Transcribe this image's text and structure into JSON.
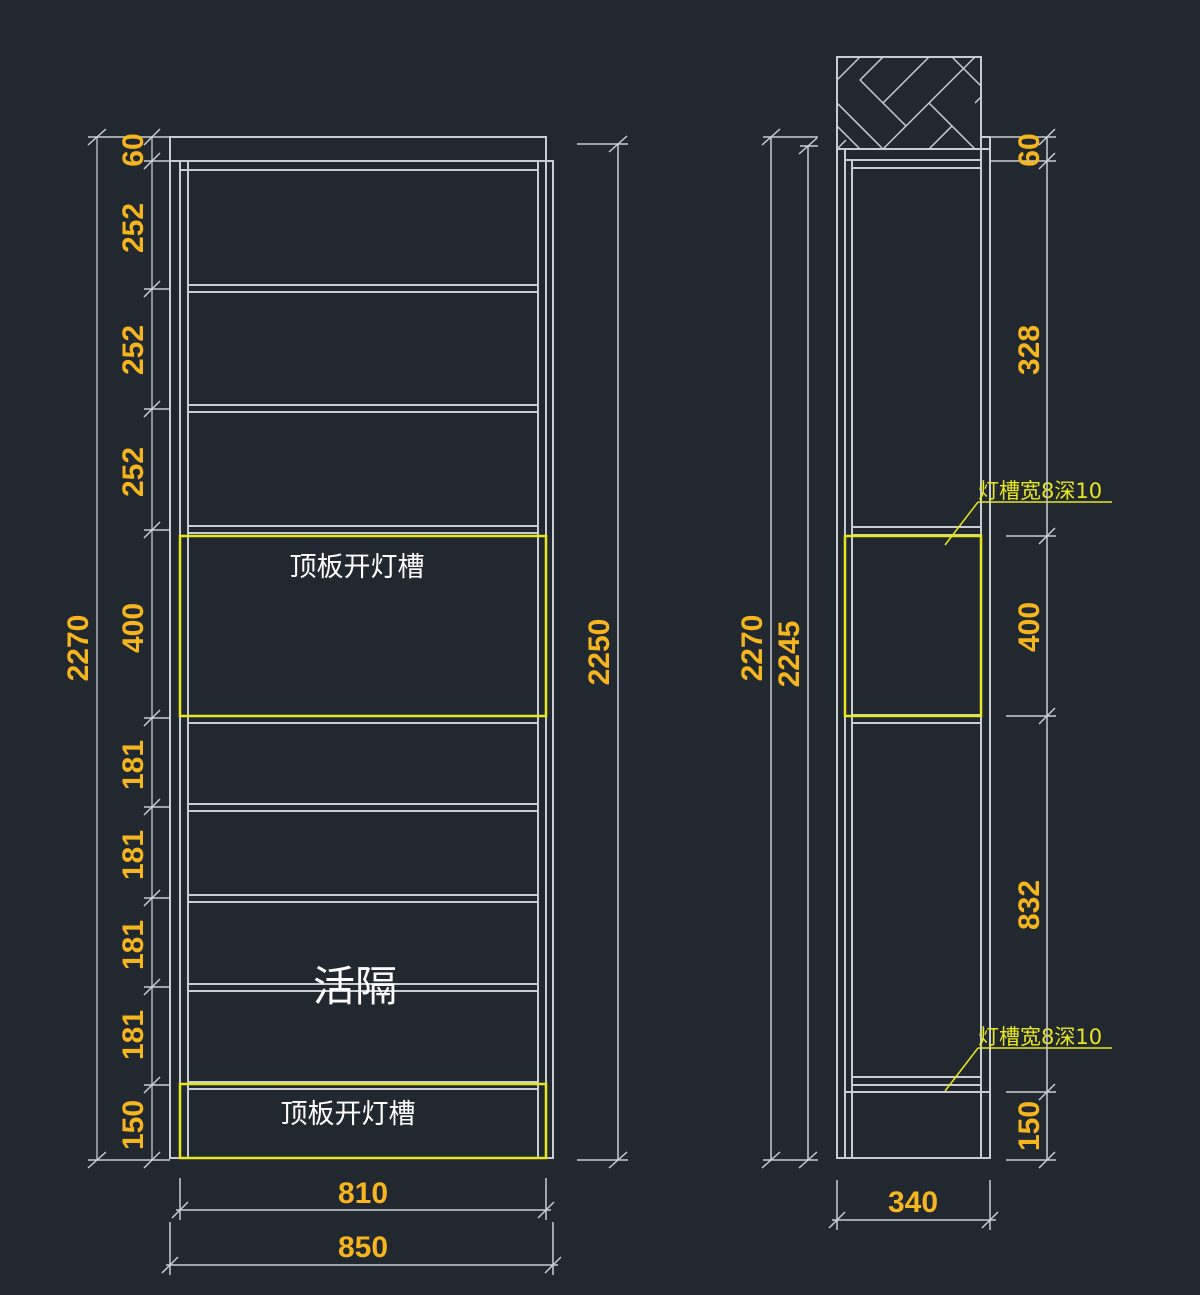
{
  "front_view": {
    "left_dims": [
      "60",
      "252",
      "252",
      "252",
      "400",
      "181",
      "181",
      "181",
      "181",
      "150"
    ],
    "total_left": "2270",
    "total_right": "2250",
    "width_inner": "810",
    "width_outer": "850",
    "label_top_groove": "顶板开灯槽",
    "label_bottom_groove": "顶板开灯槽",
    "label_movable": "活隔"
  },
  "side_view": {
    "right_dims": [
      "60",
      "328",
      "400",
      "832",
      "150"
    ],
    "total_outer": "2270",
    "total_inner": "2245",
    "depth": "340",
    "note_upper": "灯槽宽8深10",
    "note_lower": "灯槽宽8深10"
  },
  "colors": {
    "background": "#212830",
    "lines": "#c9cdd2",
    "highlight": "#e8e61e",
    "dimension_text": "#f5b51e"
  }
}
